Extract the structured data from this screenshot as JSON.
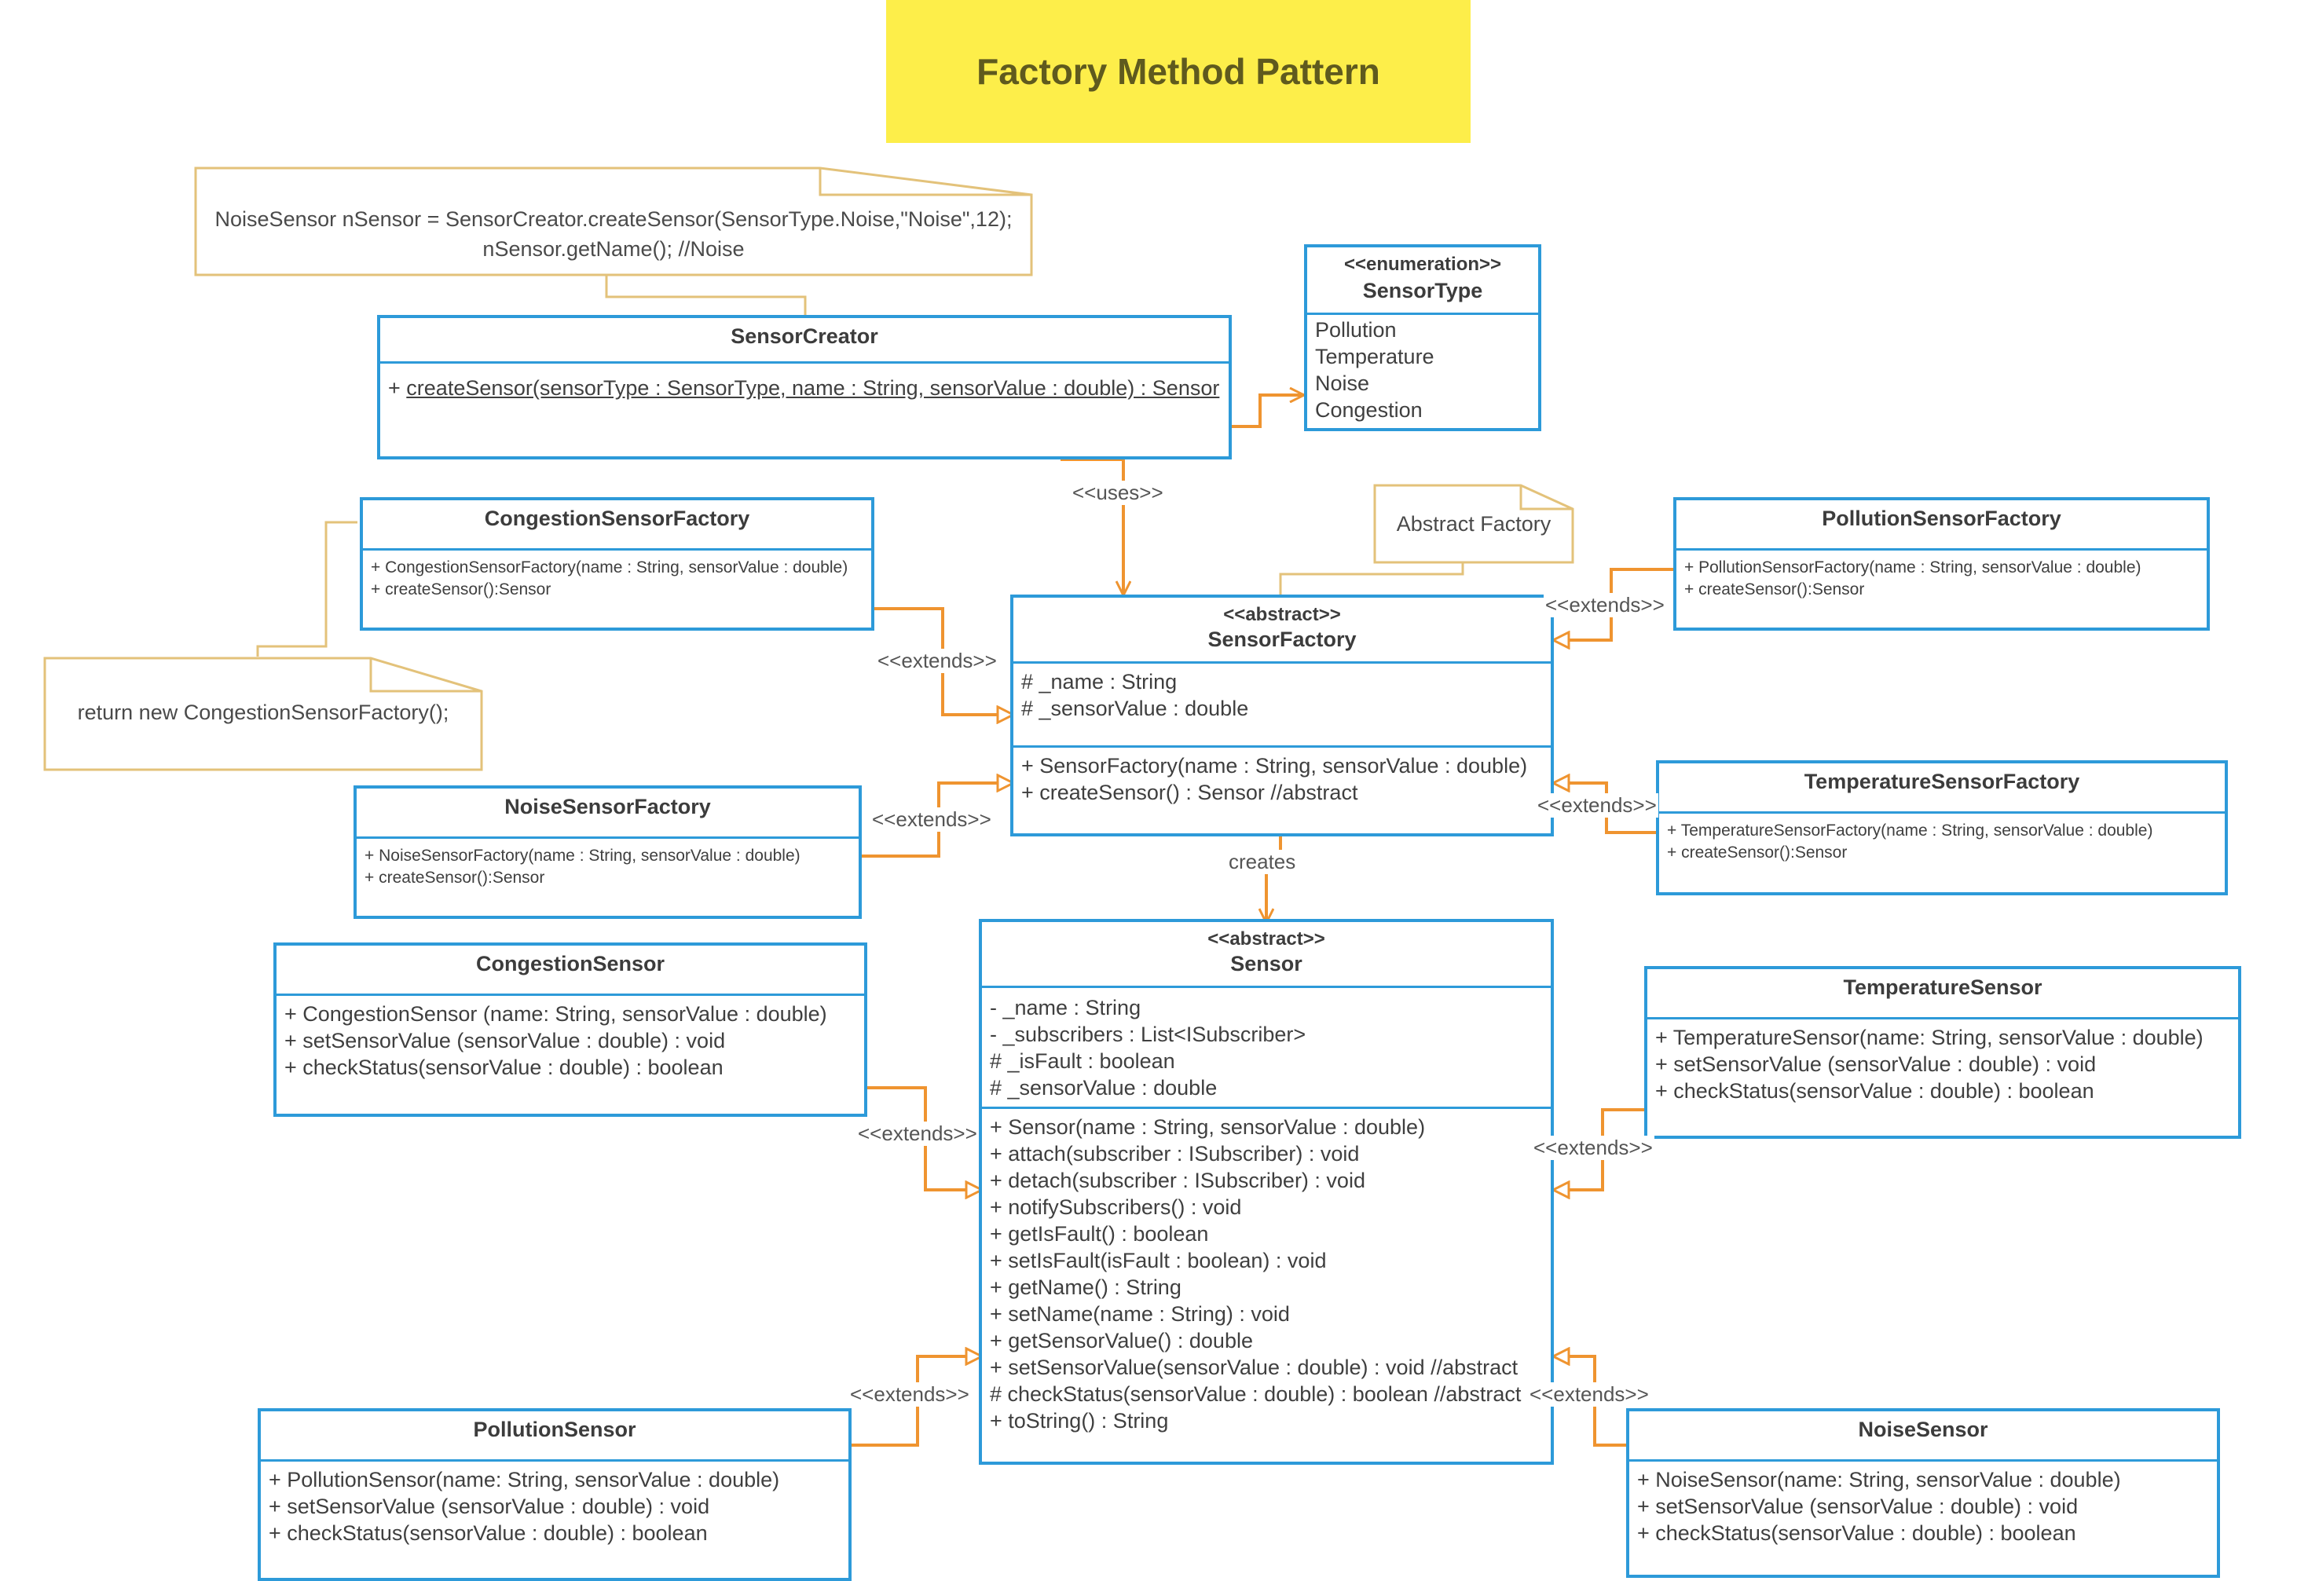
{
  "title": "Factory Method Pattern",
  "colors": {
    "accent_blue": "#2d9ad9",
    "arrow_orange": "#ef9430",
    "note_border": "#e3c27a",
    "title_bg": "#fdee4a"
  },
  "notes": {
    "usage": [
      "NoiseSensor nSensor = SensorCreator.createSensor(SensorType.Noise,\"Noise\",12);",
      "nSensor.getName(); //Noise"
    ],
    "abstract_factory": "Abstract Factory",
    "congestion_return": "return new CongestionSensorFactory();"
  },
  "classes": {
    "sensor_creator": {
      "name": "SensorCreator",
      "methods": [
        "createSensor(sensorType : SensorType, name : String, sensorValue : double) : Sensor"
      ],
      "method_prefix": "+"
    },
    "sensor_type": {
      "stereotype": "<<enumeration>>",
      "name": "SensorType",
      "values": [
        "Pollution",
        "Temperature",
        "Noise",
        "Congestion"
      ]
    },
    "sensor_factory": {
      "stereotype": "<<abstract>>",
      "name": "SensorFactory",
      "attributes": [
        "# _name : String",
        "#  _sensorValue : double"
      ],
      "methods": [
        "+ SensorFactory(name : String, sensorValue : double)",
        "+ createSensor() : Sensor //abstract"
      ]
    },
    "congestion_sensor_factory": {
      "name": "CongestionSensorFactory",
      "methods": [
        "+ CongestionSensorFactory(name : String, sensorValue : double)",
        "+ createSensor():Sensor"
      ]
    },
    "pollution_sensor_factory": {
      "name": "PollutionSensorFactory",
      "methods": [
        "+ PollutionSensorFactory(name : String, sensorValue : double)",
        "+ createSensor():Sensor"
      ]
    },
    "noise_sensor_factory": {
      "name": "NoiseSensorFactory",
      "methods": [
        "+ NoiseSensorFactory(name : String, sensorValue : double)",
        "+ createSensor():Sensor"
      ]
    },
    "temperature_sensor_factory": {
      "name": "TemperatureSensorFactory",
      "methods": [
        "+ TemperatureSensorFactory(name : String, sensorValue : double)",
        "+ createSensor():Sensor"
      ]
    },
    "sensor": {
      "stereotype": "<<abstract>>",
      "name": "Sensor",
      "attributes": [
        "- _name : String",
        "- _subscribers : List<ISubscriber>",
        "# _isFault : boolean",
        "# _sensorValue : double"
      ],
      "methods": [
        "+ Sensor(name : String, sensorValue : double)",
        "+ attach(subscriber : ISubscriber) : void",
        "+ detach(subscriber : ISubscriber) : void",
        "+ notifySubscribers() : void",
        "+ getIsFault() : boolean",
        "+ setIsFault(isFault : boolean) : void",
        "+ getName() : String",
        "+ setName(name : String) : void",
        "+ getSensorValue() : double",
        "+ setSensorValue(sensorValue : double) : void //abstract",
        "# checkStatus(sensorValue : double) : boolean //abstract",
        "+ toString() : String"
      ]
    },
    "congestion_sensor": {
      "name": "CongestionSensor",
      "methods": [
        "+ CongestionSensor (name:  String, sensorValue : double)",
        "+ setSensorValue (sensorValue : double) : void",
        "+ checkStatus(sensorValue : double) : boolean"
      ]
    },
    "temperature_sensor": {
      "name": "TemperatureSensor",
      "methods": [
        "+ TemperatureSensor(name:  String, sensorValue : double)",
        "+ setSensorValue (sensorValue : double) : void",
        "+ checkStatus(sensorValue : double) : boolean"
      ]
    },
    "pollution_sensor": {
      "name": "PollutionSensor",
      "methods": [
        "+ PollutionSensor(name:  String, sensorValue : double)",
        "+ setSensorValue (sensorValue : double) : void",
        "+ checkStatus(sensorValue : double) : boolean"
      ]
    },
    "noise_sensor": {
      "name": "NoiseSensor",
      "methods": [
        "+ NoiseSensor(name:  String, sensorValue : double)",
        "+ setSensorValue (sensorValue : double) : void",
        "+ checkStatus(sensorValue : double) : boolean"
      ]
    }
  },
  "labels": {
    "uses": "<<uses>>",
    "extends": "<<extends>>",
    "creates": "creates"
  }
}
